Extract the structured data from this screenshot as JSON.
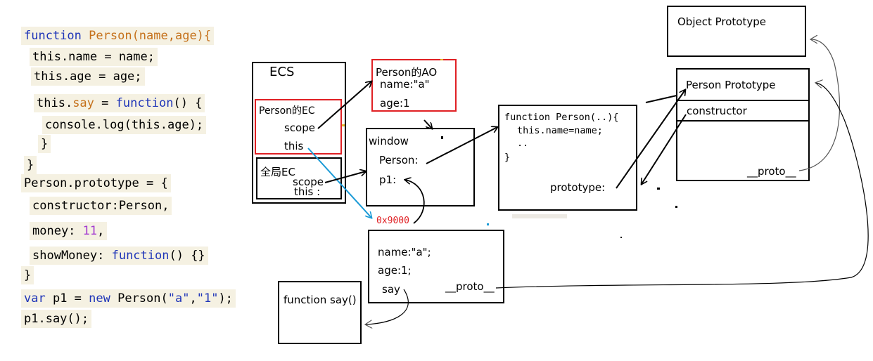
{
  "code": {
    "kw_function": "function",
    "fn_person": "Person",
    "params": "(name,age){",
    "l2": "this.name = name;",
    "l3": "this.age = age;",
    "l4_a": "this.",
    "l4_say": "say",
    "l4_b": " = ",
    "l4_fn": "function",
    "l4_c": "() {",
    "l5": "console.log(this.age);",
    "l6": "}",
    "l7": "}",
    "l8": "Person.prototype = {",
    "l9": "constructor:Person,",
    "l10_a": "money: ",
    "l10_num": "11",
    "l10_b": ",",
    "l11_a": "showMoney: ",
    "l11_fn": "function",
    "l11_b": "() {}",
    "l12": "}",
    "l13_var": "var",
    "l13_a": " p1 = ",
    "l13_new": "new",
    "l13_b": " Person(",
    "l13_s1": "\"a\"",
    "l13_c": ",",
    "l13_s2": "\"1\"",
    "l13_d": ");",
    "l14": "p1.say();"
  },
  "ecs": {
    "title": "ECS",
    "person_ec": "Person的EC",
    "scope": "scope",
    "this": "this",
    "global_ec": "全局EC",
    "global_scope": "scope",
    "global_this": "this :"
  },
  "ao": {
    "title": "Person的AO",
    "name": "name:\"a\"",
    "age": "age:1"
  },
  "window": {
    "title": "window",
    "person": "Person:",
    "p1": "p1:"
  },
  "address": "0x9000",
  "person_fn": {
    "l1": "function Person(..){",
    "l2": "this.name=name;",
    "l3": "..",
    "l4": "}",
    "prototype": "prototype:"
  },
  "object_proto": {
    "title": "Object Prototype"
  },
  "person_proto": {
    "title": "Person Prototype",
    "constructor": "constructor",
    "proto": "__proto__"
  },
  "instance": {
    "name": "name:\"a\";",
    "age": "age:1;",
    "say": "say",
    "proto": "__proto__"
  },
  "say_fn": {
    "title": "function say()"
  },
  "colors": {
    "red": "#e02024",
    "blue": "#1a9ad6",
    "code_bg": "#f5f1e2"
  }
}
